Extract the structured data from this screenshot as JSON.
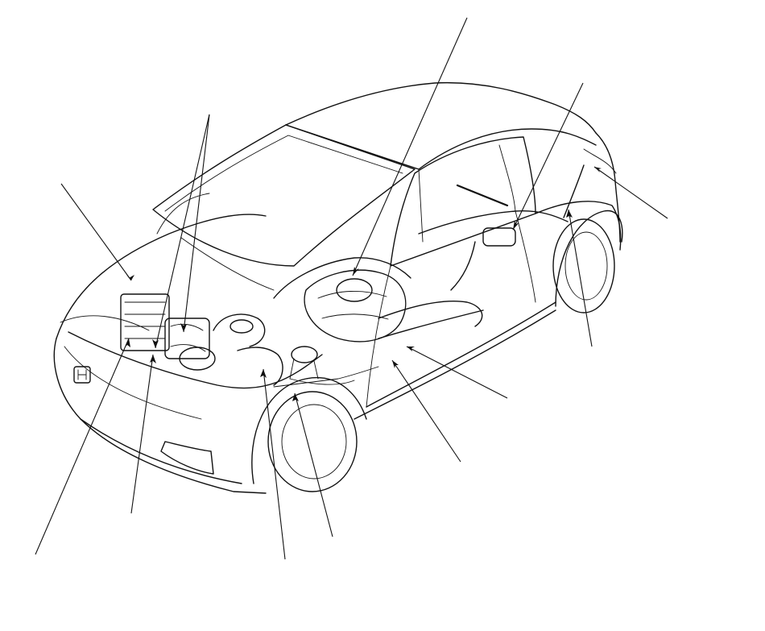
{
  "diagram": {
    "subject": "vehicle-cutaway-line-drawing",
    "colors": {
      "background": "#ffffff",
      "ink": "#111111"
    },
    "callouts": [
      {
        "id": "c1",
        "label": ""
      },
      {
        "id": "c2",
        "label": ""
      },
      {
        "id": "c3",
        "label": ""
      },
      {
        "id": "c4",
        "label": ""
      },
      {
        "id": "c5",
        "label": ""
      },
      {
        "id": "c6",
        "label": ""
      },
      {
        "id": "c7",
        "label": ""
      },
      {
        "id": "c8",
        "label": ""
      },
      {
        "id": "c9",
        "label": ""
      },
      {
        "id": "c10",
        "label": ""
      },
      {
        "id": "c11",
        "label": ""
      },
      {
        "id": "c12",
        "label": ""
      },
      {
        "id": "c13",
        "label": ""
      }
    ]
  }
}
